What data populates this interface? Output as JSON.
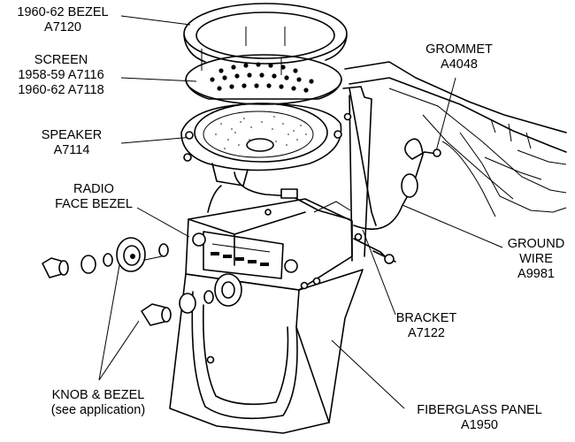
{
  "labels": {
    "bezel": {
      "title": "1960-62 BEZEL",
      "part": "A7120"
    },
    "screen": {
      "title": "SCREEN",
      "line1": "1958-59 A7116",
      "line2": "1960-62 A7118"
    },
    "speaker": {
      "title": "SPEAKER",
      "part": "A7114"
    },
    "radio_face_bezel": {
      "line1": "RADIO",
      "line2": "FACE BEZEL"
    },
    "knob_bezel": {
      "title": "KNOB & BEZEL",
      "note": "(see application)"
    },
    "grommet": {
      "title": "GROMMET",
      "part": "A4048"
    },
    "ground_wire": {
      "line1": "GROUND",
      "line2": "WIRE",
      "part": "A9981"
    },
    "bracket": {
      "title": "BRACKET",
      "part": "A7122"
    },
    "fiberglass_panel": {
      "title": "FIBERGLASS PANEL",
      "part": "A1950"
    }
  }
}
